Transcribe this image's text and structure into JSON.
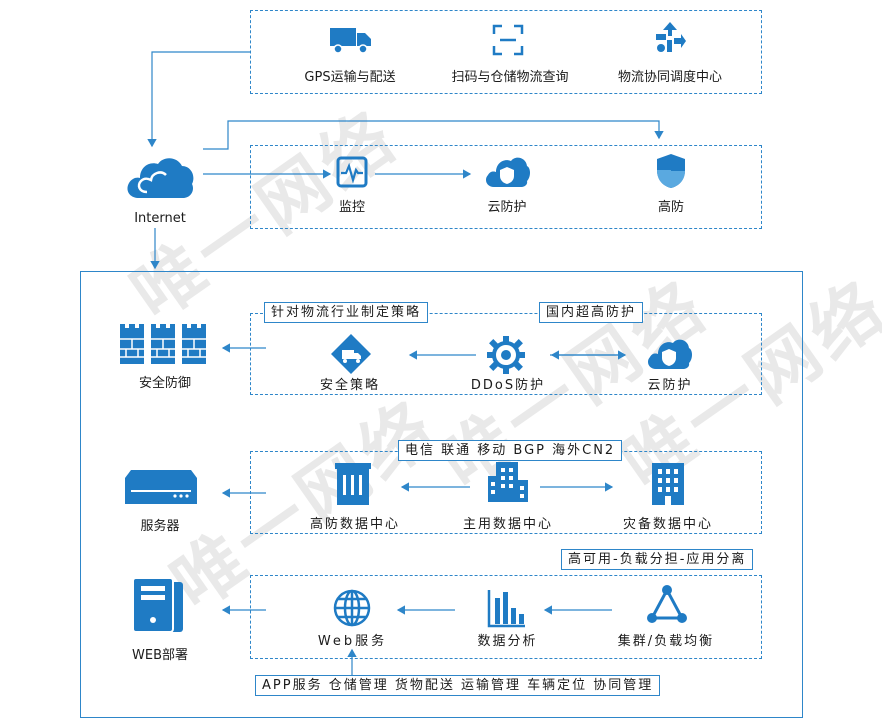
{
  "top_services": [
    {
      "label": "GPS运输与配送",
      "icon": "truck-icon"
    },
    {
      "label": "扫码与仓储物流查询",
      "icon": "scan-icon"
    },
    {
      "label": "物流协同调度中心",
      "icon": "dispatch-icon"
    }
  ],
  "internet": {
    "label": "Internet",
    "icon": "cloud-icon"
  },
  "edge": [
    {
      "label": "监控",
      "icon": "monitor-icon"
    },
    {
      "label": "云防护",
      "icon": "cloud-shield-icon"
    },
    {
      "label": "高防",
      "icon": "shield-icon"
    }
  ],
  "security": {
    "tag_left": "针对物流行业制定策略",
    "tag_right": "国内超高防护",
    "items": [
      {
        "label": "安全策略",
        "icon": "strategy-icon"
      },
      {
        "label": "DDoS防护",
        "icon": "gear-icon"
      },
      {
        "label": "云防护",
        "icon": "cloud-shield-icon"
      }
    ],
    "target": {
      "label": "安全防御",
      "icon": "firewall-icon"
    }
  },
  "datacenter": {
    "tag": "电信 联通 移动 BGP 海外CN2",
    "items": [
      {
        "label": "高防数据中心",
        "icon": "building-icon"
      },
      {
        "label": "主用数据中心",
        "icon": "buildings-icon"
      },
      {
        "label": "灾备数据中心",
        "icon": "building-icon"
      }
    ],
    "target": {
      "label": "服务器",
      "icon": "server-icon"
    }
  },
  "app": {
    "tag": "高可用-负载分担-应用分离",
    "items": [
      {
        "label": "Web服务",
        "icon": "globe-icon"
      },
      {
        "label": "数据分析",
        "icon": "bar-chart-icon"
      },
      {
        "label": "集群/负载均衡",
        "icon": "cluster-icon"
      }
    ],
    "target": {
      "label": "WEB部署",
      "icon": "tower-pc-icon"
    },
    "bottom_tag": "APP服务 仓储管理 货物配送 运输管理 车辆定位 协同管理"
  },
  "watermark": "唯一网络",
  "colors": {
    "accent": "#2e86c9",
    "icon_blue": "#1f7bc4"
  }
}
